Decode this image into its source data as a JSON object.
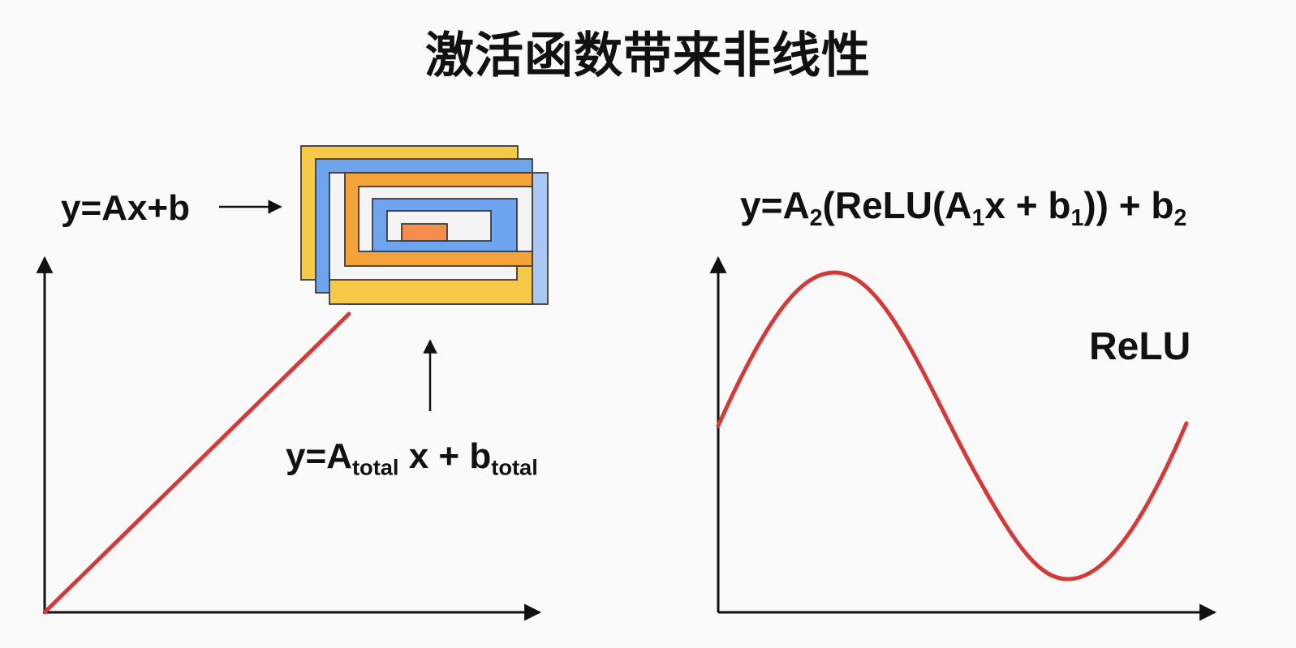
{
  "title": "激活函数带来非线性",
  "left_panel": {
    "formula": {
      "prefix": "y=Ax+b"
    },
    "total_formula": {
      "p1": "y=A",
      "sub1": "total",
      "p2": " x + b",
      "sub2": "total"
    },
    "line_color": "#d43a3a"
  },
  "right_panel": {
    "formula": {
      "p1": "y=A",
      "s1": "2",
      "p2": "(ReLU(A",
      "s2": "1",
      "p3": "x + b",
      "s3": "1",
      "p4": ")) + b",
      "s4": "2"
    },
    "label": "ReLU",
    "curve_color": "#d43a3a"
  },
  "colors": {
    "yellow": "#f7c948",
    "blue": "#6ea4ee",
    "light_blue": "#a9c8f5",
    "orange": "#f4a23a",
    "white": "#f4f4f4",
    "core": "#f58d4e",
    "outline": "#3c3c3c"
  }
}
